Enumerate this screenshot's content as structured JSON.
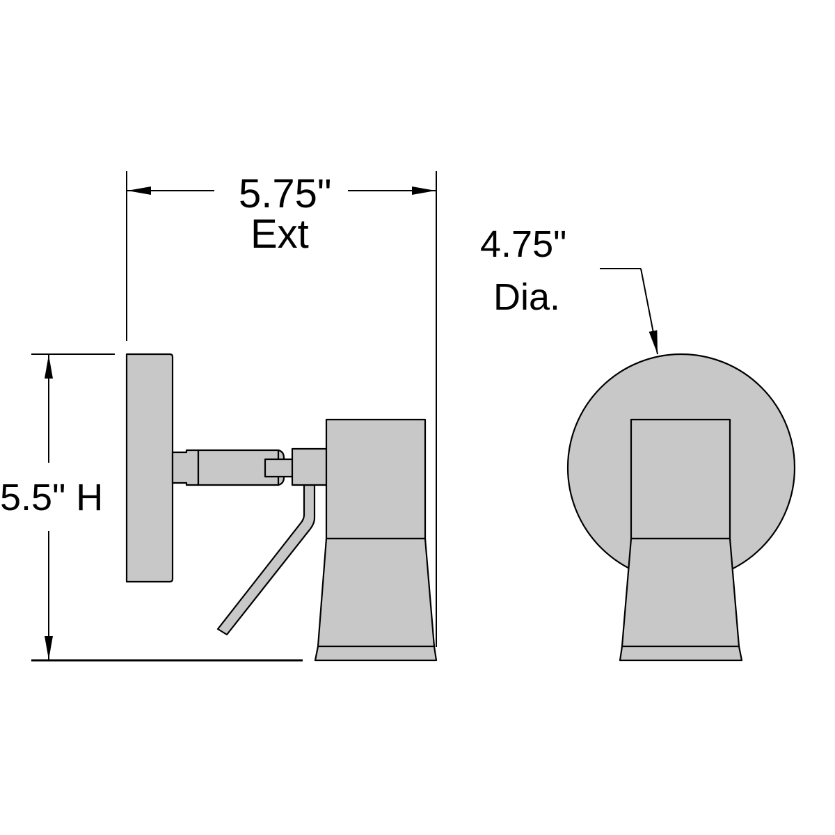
{
  "diagram": {
    "subject": "wall sconce / spotlight dimension drawing",
    "colors": {
      "fill": "#c8c8c8",
      "stroke": "#000000",
      "background": "#ffffff"
    },
    "labels": {
      "extension_value": "5.75\"",
      "extension_unit": "Ext",
      "height_label": "5.5\" H",
      "diameter_value": "4.75\"",
      "diameter_unit": "Dia."
    },
    "views": [
      {
        "name": "side view",
        "parts": [
          "backplate",
          "arm",
          "knuckle",
          "handle",
          "head",
          "shade",
          "base band"
        ]
      },
      {
        "name": "front view",
        "parts": [
          "round backplate",
          "head",
          "shade",
          "base band"
        ]
      }
    ]
  }
}
